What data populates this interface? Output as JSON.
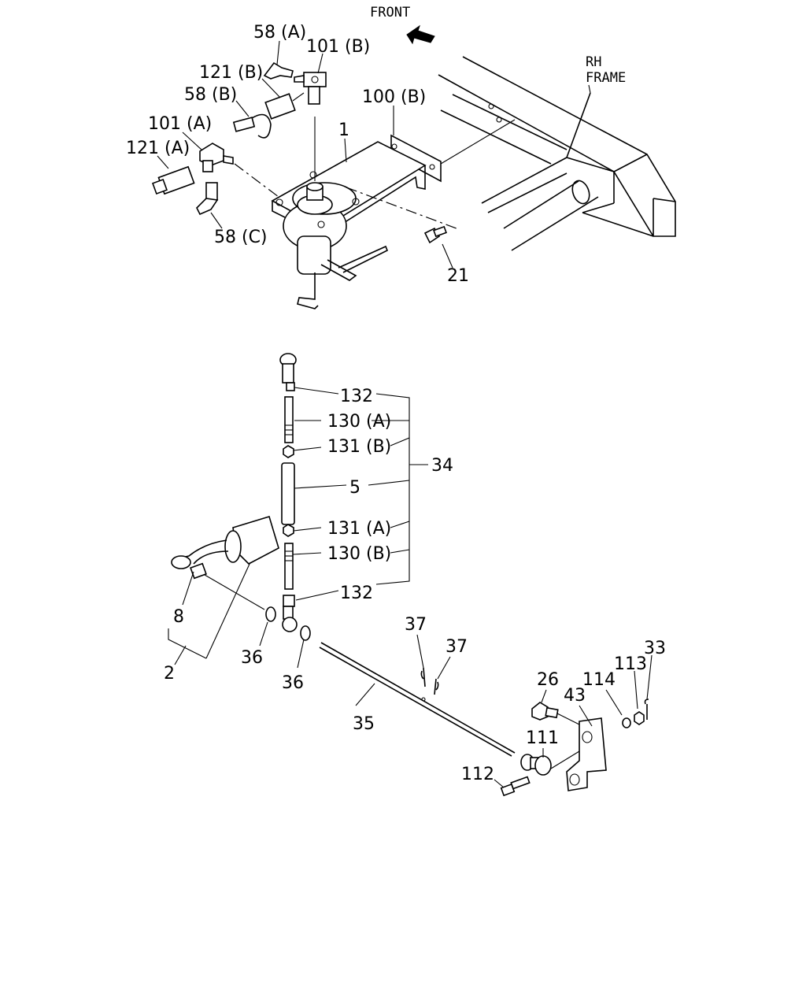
{
  "orientation": {
    "front_label": "FRONT",
    "frame_label_line1": "RH",
    "frame_label_line2": "FRAME"
  },
  "part_labels": {
    "p58a": "58 (A)",
    "p101b": "101 (B)",
    "p121b": "121 (B)",
    "p58b": "58 (B)",
    "p100b": "100 (B)",
    "p101a": "101 (A)",
    "p1": "1",
    "p121a": "121 (A)",
    "p58c": "58 (C)",
    "p21": "21",
    "p132_top": "132",
    "p130a": "130 (A)",
    "p131b": "131 (B)",
    "p34": "34",
    "p5": "5",
    "p131a": "131 (A)",
    "p130b": "130 (B)",
    "p132_bottom": "132",
    "p8": "8",
    "p36_left": "36",
    "p36_right": "36",
    "p2": "2",
    "p37_left": "37",
    "p37_right": "37",
    "p35": "35",
    "p26": "26",
    "p43": "43",
    "p114": "114",
    "p113": "113",
    "p33": "33",
    "p111": "111",
    "p112": "112"
  }
}
